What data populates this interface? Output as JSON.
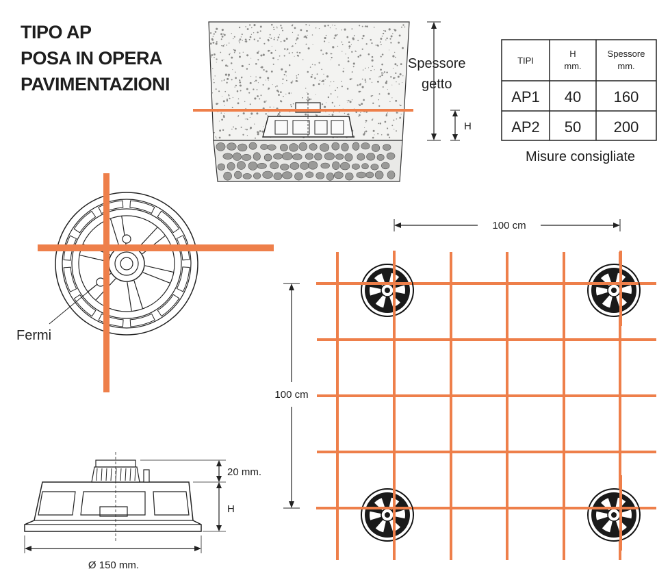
{
  "title": [
    "TIPO AP",
    "POSA IN OPERA",
    "PAVIMENTAZIONI"
  ],
  "section": {
    "label_thickness": [
      "Spessore",
      "getto"
    ],
    "label_h": "H"
  },
  "table": {
    "headers": [
      [
        "TIPI"
      ],
      [
        "H",
        "mm."
      ],
      [
        "Spessore",
        "mm."
      ]
    ],
    "rows": [
      [
        "AP1",
        "40",
        "160"
      ],
      [
        "AP2",
        "50",
        "200"
      ]
    ],
    "caption": "Misure consigliate"
  },
  "plan": {
    "label_stops": "Fermi"
  },
  "elevation": {
    "label_top": "20 mm.",
    "label_h": "H",
    "label_diameter": "Ø 150 mm."
  },
  "grid": {
    "label_horizontal": "100 cm",
    "label_vertical": "100 cm"
  },
  "colors": {
    "rebar": "#ee7f4a",
    "rebar_dark": "#d9602a",
    "line": "#222222",
    "concrete_bg": "#f3f3f1",
    "gravel": "#9a9a98"
  }
}
